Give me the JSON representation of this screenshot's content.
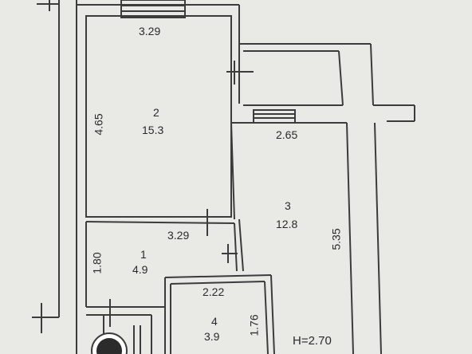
{
  "colors": {
    "paper": "#e9e9e5",
    "wall": "#3c3c3c",
    "text": "#2a2a2a"
  },
  "rooms": [
    {
      "number": "2",
      "area": "15.3",
      "width": "3.29",
      "length": "4.65"
    },
    {
      "number": "3",
      "area": "12.8",
      "width": "2.65",
      "length": "5.35"
    },
    {
      "number": "1",
      "area": "4.9",
      "width": "3.29",
      "length": "1.80"
    },
    {
      "number": "4",
      "area": "3.9",
      "width": "2.22",
      "length": "1.76"
    }
  ],
  "ceiling_height": "H=2.70"
}
